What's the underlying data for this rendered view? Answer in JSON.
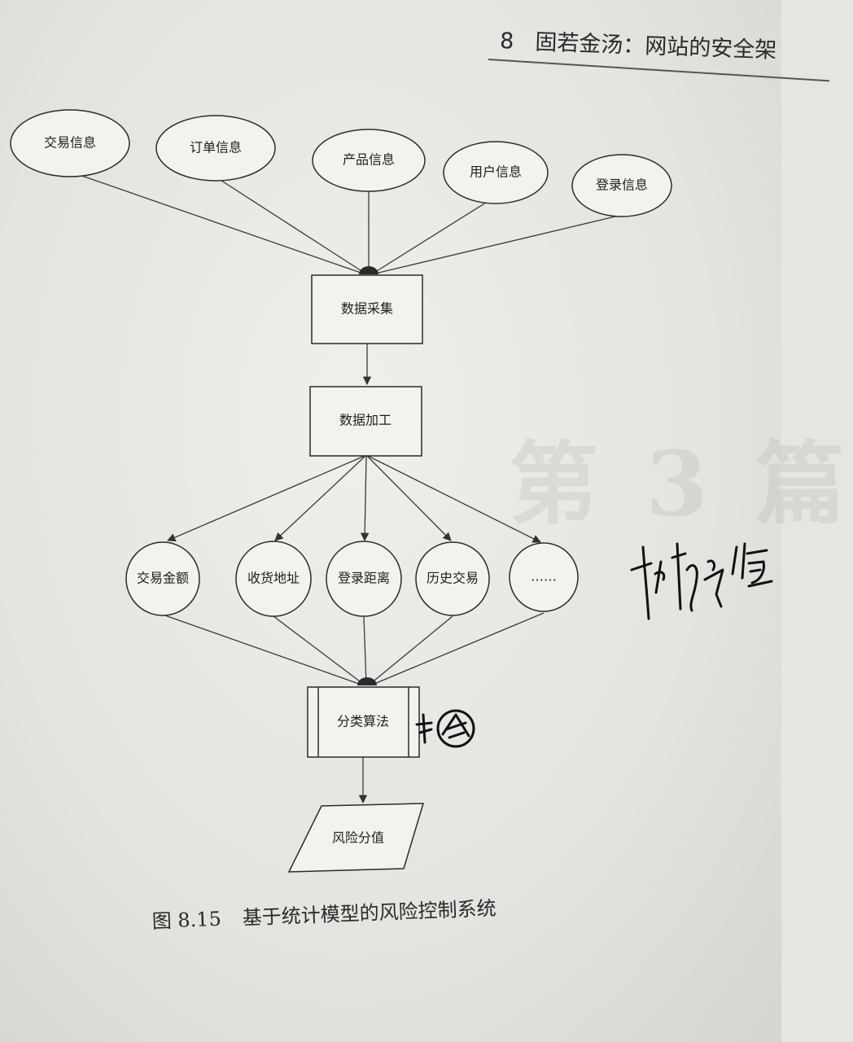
{
  "header": {
    "chapter_number": "8",
    "chapter_title": "固若金汤：网站的安全架"
  },
  "watermark": "第 3 篇",
  "sources": [
    "交易信息",
    "订单信息",
    "产品信息",
    "用户信息",
    "登录信息"
  ],
  "collect": "数据采集",
  "process": "数据加工",
  "features": [
    "交易金额",
    "收货地址",
    "登录距离",
    "历史交易",
    "……"
  ],
  "algorithm": "分类算法",
  "output": "风险分值",
  "caption": {
    "figure_number": "图 8.15",
    "title": "基于统计模型的风险控制系统"
  },
  "handwriting": {
    "margin_note": "特征值",
    "algorithm_note": "核心"
  }
}
